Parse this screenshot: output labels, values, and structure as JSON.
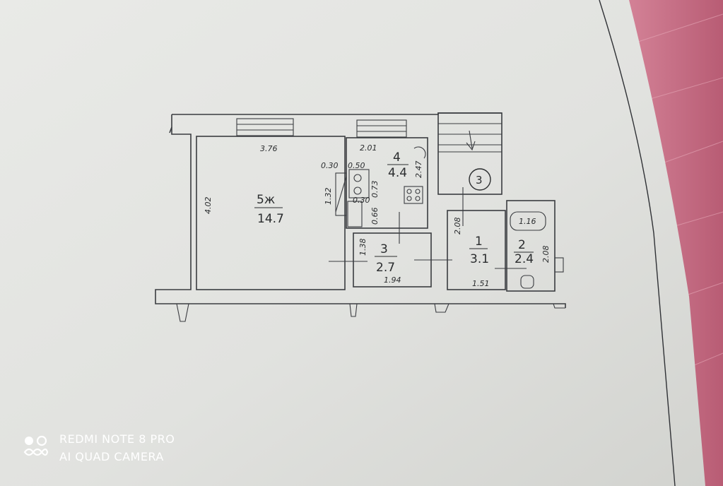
{
  "rooms": [
    {
      "id": "5",
      "number": "5ж",
      "area": "14.7"
    },
    {
      "id": "4",
      "number": "4",
      "area": "4.4"
    },
    {
      "id": "3",
      "number": "3",
      "area": "2.7"
    },
    {
      "id": "1",
      "number": "1",
      "area": "3.1"
    },
    {
      "id": "2",
      "number": "2",
      "area": "2.4"
    }
  ],
  "dimensions": {
    "room5_width": "3.76",
    "room5_height": "4.02",
    "room4_width": "2.01",
    "room4_height": "2.47",
    "d030": "0.30",
    "d050": "0.50",
    "d132": "1.32",
    "d073": "0.73",
    "d030b": "0.30",
    "d066": "0.66",
    "room3_height": "1.38",
    "room3_width": "1.94",
    "room1_height": "2.08",
    "room1_width": "1.51",
    "room2_bath": "1.16",
    "room2_height": "2.08"
  },
  "stair_marker": "3",
  "watermark": {
    "line1": "REDMI NOTE 8 PRO",
    "line2": "AI QUAD CAMERA"
  }
}
